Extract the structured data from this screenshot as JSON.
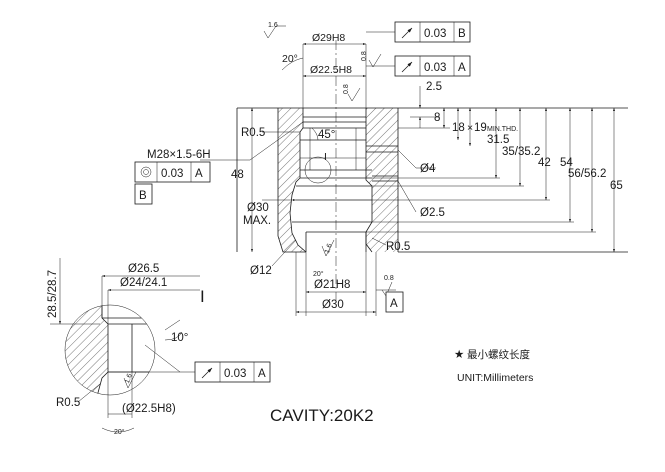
{
  "dims": {
    "d29": "Ø29H8",
    "d225": "Ø22.5H8",
    "d21": "Ø21H8",
    "d30bot": "Ø30",
    "d30max": "Ø30",
    "max": "MAX.",
    "d12": "Ø12",
    "d4": "Ø4",
    "d25": "Ø2.5",
    "r05a": "R0.5",
    "r05b": "R0.5",
    "a45": "45°",
    "a20top": "20°",
    "m28": "M28×1.5-6H",
    "v48": "48",
    "v25": "2.5",
    "v8": "8",
    "v18": "18",
    "v19": "19",
    "min_thd": "MIN.THD.",
    "v315": "31.5",
    "v35": "35/35.2",
    "v42": "42",
    "v54": "54",
    "v56": "56/56.2",
    "v65": "65",
    "rough16a": "1.6",
    "rough08a": "0.8",
    "rough08b": "0.8",
    "rough16b": "1.6",
    "rough08c": "0.8",
    "a20b": "20°",
    "section_mark": "I"
  },
  "detail": {
    "label": "I",
    "d265": "Ø26.5",
    "d2424": "Ø24/24.1",
    "depth": "28.5/28.7",
    "angle10": "10°",
    "r05": "R0.5",
    "rough16": "1.6",
    "d225ref": "(Ø22.5H8)",
    "a20": "20°"
  },
  "fcf": [
    {
      "tol": "0.03",
      "datum": "B"
    },
    {
      "tol": "0.03",
      "datum": "A"
    },
    {
      "tol": "0.03",
      "datum": "A"
    },
    {
      "tol": "0.03",
      "datum": "A"
    }
  ],
  "datums": {
    "a": "A",
    "b": "B"
  },
  "notes": {
    "star": "★",
    "min_thread": "最小螺纹长度",
    "unit": "UNIT:Millimeters",
    "cavity": "CAVITY:20K2"
  }
}
